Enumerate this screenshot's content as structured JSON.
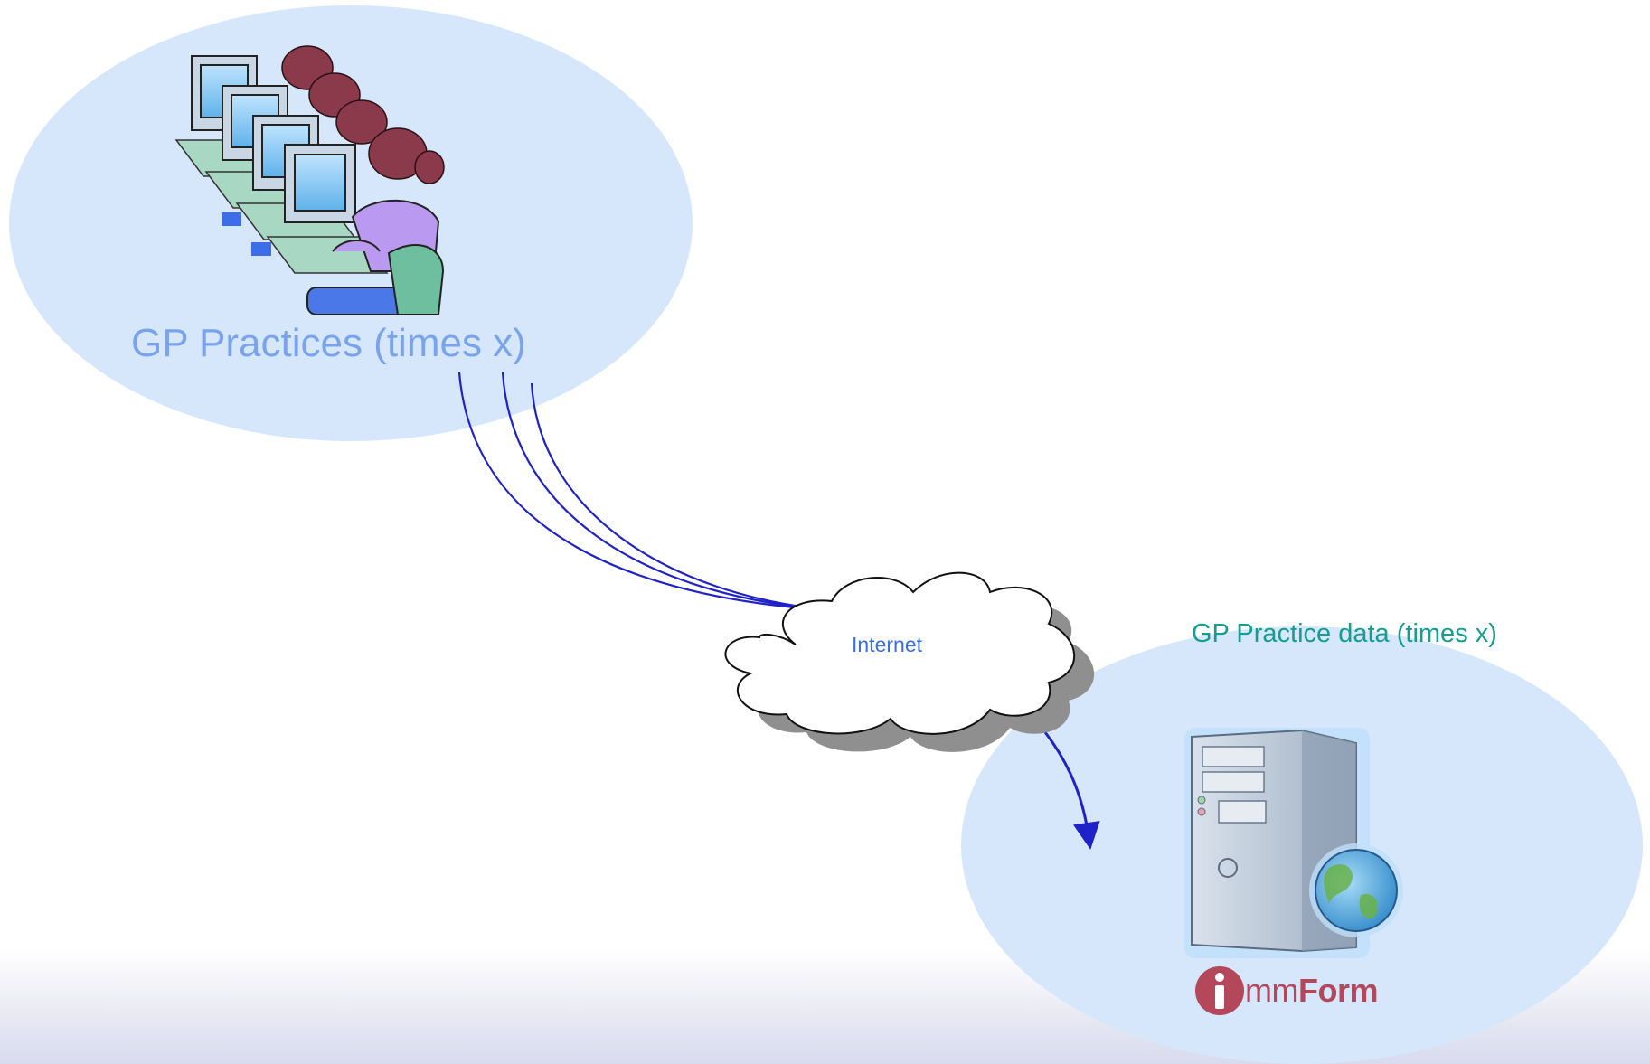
{
  "gp_group": {
    "label": "GP Practices (times x)"
  },
  "cloud": {
    "label": "Internet"
  },
  "data_group": {
    "label": "GP Practice data (times x)"
  },
  "logo": {
    "text_mm": "mm",
    "text_form": "Form"
  },
  "colors": {
    "ellipse_fill": "#d6e7fc",
    "connector": "#1e22c8",
    "gp_label": "#7aa3ee",
    "internet_label": "#3a6fe0",
    "data_label": "#169c93",
    "logo": "#b5475a"
  },
  "icons": {
    "workstations": "office-workers-at-computers-icon",
    "server": "server-tower-with-globe-icon",
    "cloud": "internet-cloud-icon",
    "logo": "immform-logo"
  }
}
